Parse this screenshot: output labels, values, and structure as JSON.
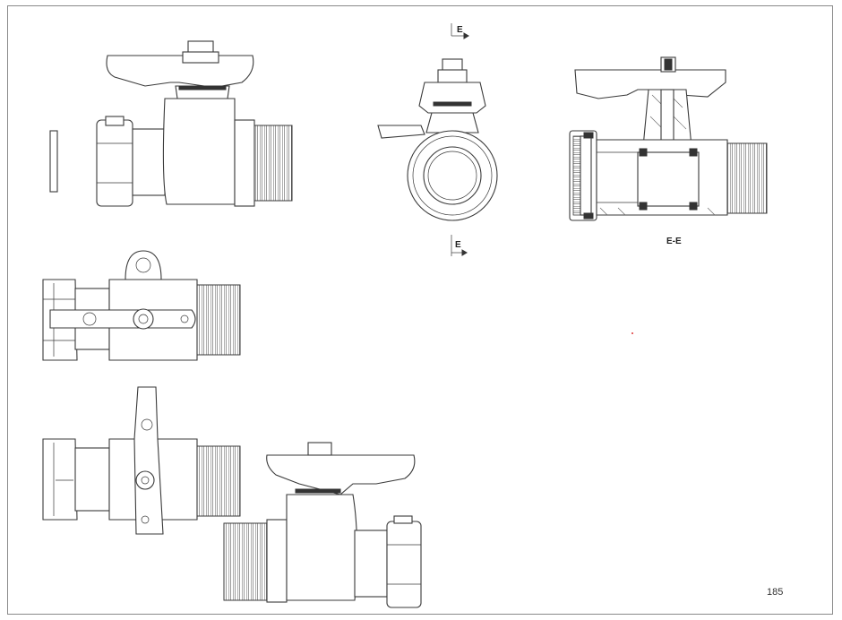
{
  "section_marker_top": "E",
  "section_marker_bottom": "E",
  "section_title": "E-E",
  "page_number": "185"
}
